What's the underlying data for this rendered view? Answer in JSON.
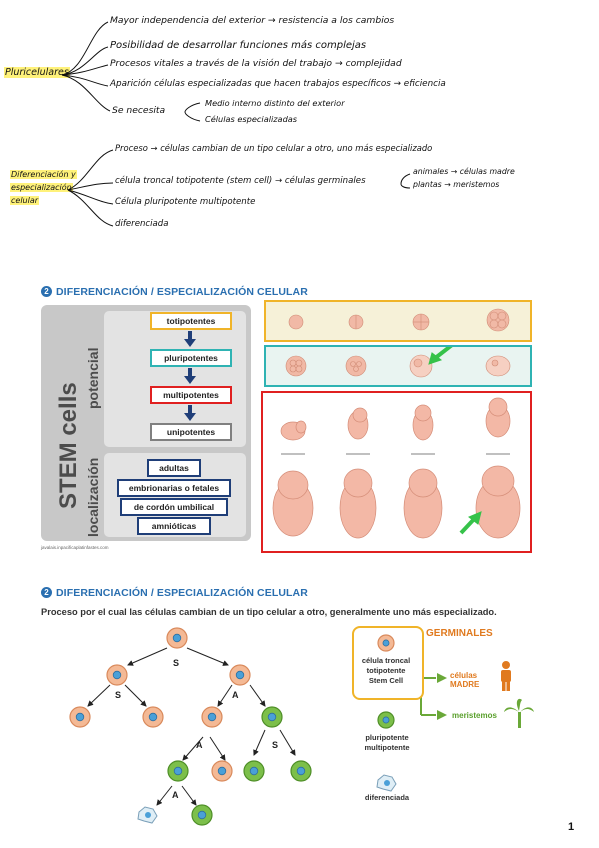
{
  "notes": {
    "pluri_label": "Pluricelulares",
    "pluri_items": [
      "Mayor independencia del exterior → resistencia a los cambios",
      "Posibilidad de desarrollar funciones más complejas",
      "Procesos vitales a través de la visión del trabajo → complejidad",
      "Aparición células especializadas que hacen trabajos específicos → eficiencia",
      "Se necesita"
    ],
    "necesita_items": [
      "Medio interno distinto del exterior",
      "Células especializadas"
    ],
    "dif_label_lines": [
      "Diferenciación y",
      "especialización",
      "celular"
    ],
    "dif_items": [
      "Proceso → células cambian de un tipo celular a otro, uno más especializado",
      "célula troncal totipotente (stem cell) → células germinales",
      "Célula pluripotente multipotente",
      "diferenciada"
    ],
    "germ_branches": [
      "animales → células madre",
      "plantas → meristemos"
    ]
  },
  "section1": {
    "number": "2",
    "title": "DIFERENCIACIÓN / ESPECIALIZACIÓN CELULAR",
    "stem_label": "STEM cells",
    "potencial_label": "potencial",
    "localizacion_label": "localización",
    "potencial_boxes": [
      "totipotentes",
      "pluripotentes",
      "multipotentes",
      "unipotentes"
    ],
    "localizacion_boxes": [
      "adultas",
      "embrionarias o fetales",
      "de cordón umbilical",
      "amnióticas"
    ],
    "source": "javalais.inpacificaplatinfastes.com",
    "colors": {
      "totipotentes": "#f0b429",
      "pluripotentes": "#2fb3b3",
      "multipotentes": "#e02020",
      "unipotentes": "#808080",
      "loc_border": "#1f3e78",
      "arrow": "#1f3e78",
      "accent_green": "#36c24a"
    }
  },
  "section2": {
    "number": "2",
    "title": "DIFERENCIACIÓN / ESPECIALIZACIÓN CELULAR",
    "description": "Proceso por el cual las células cambian de un tipo celular a otro, generalmente uno más especializado.",
    "tree_labels": [
      "S",
      "S",
      "A",
      "A",
      "S",
      "A"
    ],
    "germinales": "GERMINALES",
    "celula_troncal_lines": [
      "célula troncal",
      "totipotente",
      "Stem Cell"
    ],
    "celulas_madre_lines": [
      "células",
      "MADRE"
    ],
    "meristemos": "meristemos",
    "pluripotente_lines": [
      "pluripotente",
      "multipotente"
    ],
    "diferenciada": "diferenciada",
    "colors": {
      "orange": "#e07a1f",
      "green": "#5aa02c",
      "cell_orange": "#f4b995",
      "cell_green": "#7cbf4a",
      "nucleus": "#4aa0d8"
    }
  },
  "page_number": "1"
}
